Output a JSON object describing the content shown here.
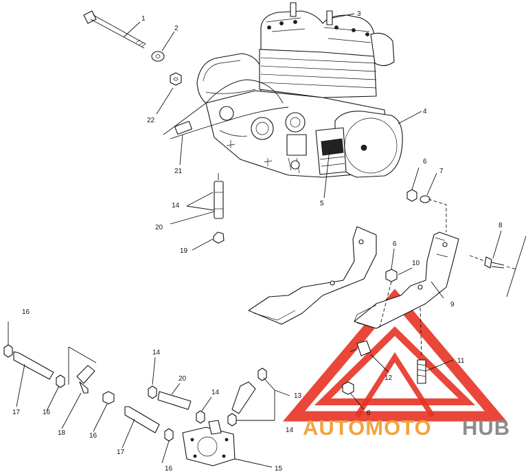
{
  "watermark": {
    "brand_part1": "AUTOMOTO",
    "brand_part2": "HUB",
    "color_primary": "#e63324",
    "color_orange": "#f2a341",
    "color_gray": "#8c8c8c"
  },
  "callouts": {
    "c1": "1",
    "c2": "2",
    "c3": "3",
    "c4": "4",
    "c5": "5",
    "c6a": "6",
    "c7": "7",
    "c8": "8",
    "c6b": "6",
    "c10": "10",
    "c9": "9",
    "c22": "22",
    "c21": "21",
    "c14a": "14",
    "c20a": "20",
    "c19": "19",
    "c16a": "16",
    "c17a": "17",
    "c16b": "16",
    "c18": "18",
    "c16c": "16",
    "c14b": "14",
    "c20b": "20",
    "c14c": "14",
    "c17b": "17",
    "c16d": "16",
    "c13": "13",
    "c14d": "14",
    "c15": "15",
    "c11": "11",
    "c12": "12",
    "c6c": "6"
  }
}
